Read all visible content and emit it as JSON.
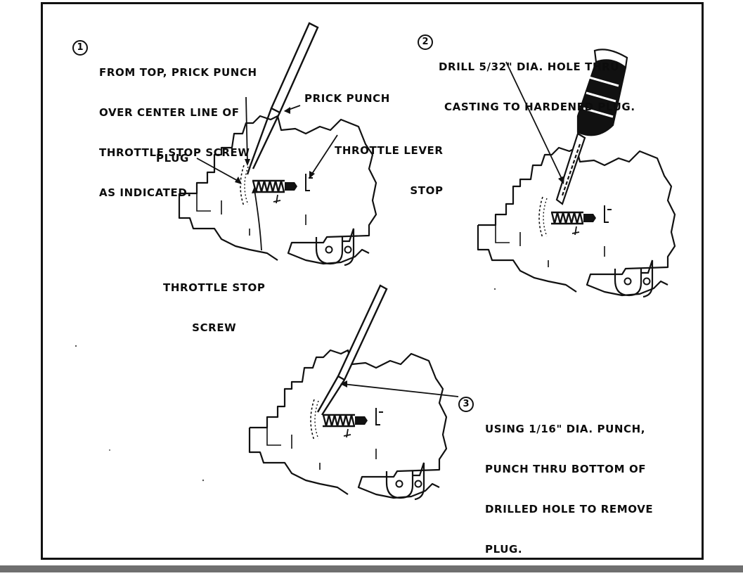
{
  "steps": [
    {
      "number": "1",
      "lines": [
        "FROM TOP, PRICK PUNCH",
        "OVER CENTER LINE OF",
        "THROTTLE STOP SCREW",
        "AS INDICATED."
      ]
    },
    {
      "number": "2",
      "lines": [
        "DRILL 5/32\" DIA. HOLE THRU",
        "CASTING TO HARDENED PLUG."
      ]
    },
    {
      "number": "3",
      "lines": [
        "USING 1/16\" DIA. PUNCH,",
        "PUNCH THRU BOTTOM OF",
        "DRILLED HOLE TO REMOVE",
        "PLUG."
      ]
    }
  ],
  "callouts": {
    "prick_punch": "PRICK PUNCH",
    "throttle_lever_stop": [
      "THROTTLE LEVER",
      "STOP"
    ],
    "plug": "PLUG",
    "throttle_stop_screw": [
      "THROTTLE STOP",
      "SCREW"
    ]
  }
}
